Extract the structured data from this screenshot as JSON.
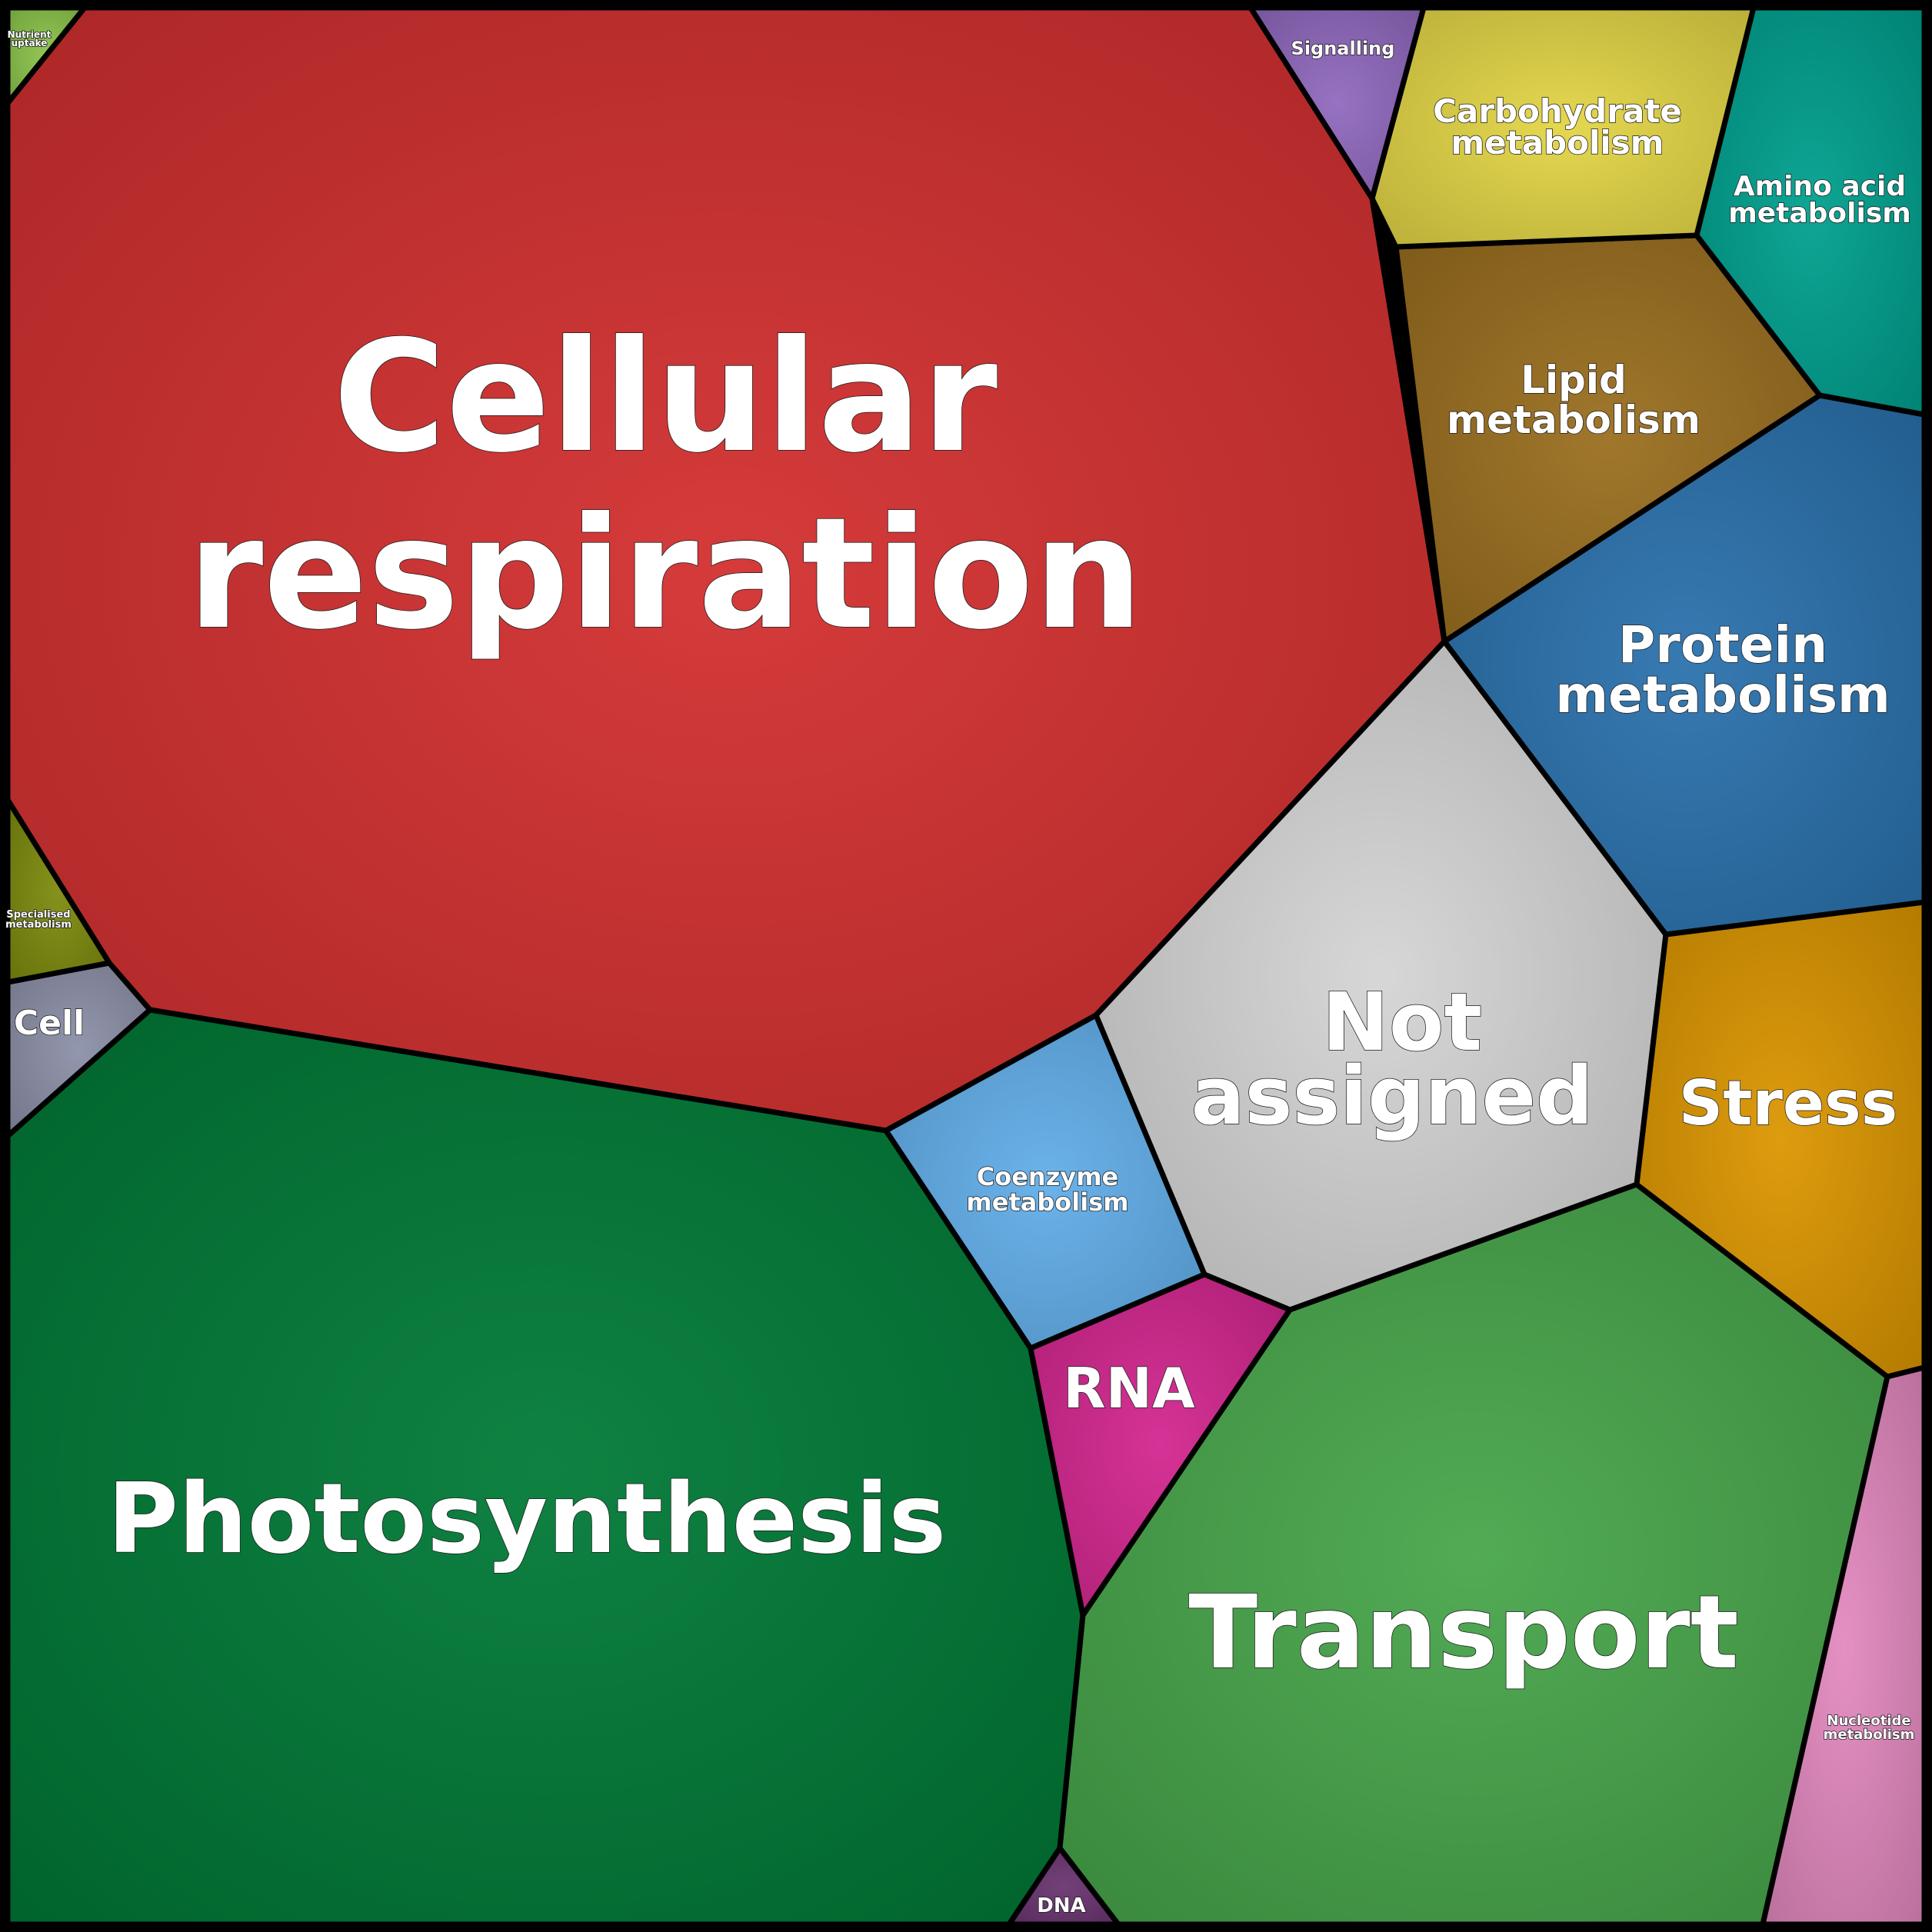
{
  "chart_data": {
    "type": "voronoi-treemap",
    "cells": [
      {
        "id": "cellular-respiration",
        "label": "Cellular respiration",
        "color": "#d32f2f"
      },
      {
        "id": "photosynthesis",
        "label": "Photosynthesis",
        "color": "#007a36"
      },
      {
        "id": "transport",
        "label": "Transport",
        "color": "#47a64a"
      },
      {
        "id": "not-assigned",
        "label": "Not assigned",
        "color": "#d4d4d4"
      },
      {
        "id": "protein-metabolism",
        "label": "Protein metabolism",
        "color": "#2a71ad"
      },
      {
        "id": "stress",
        "label": "Stress",
        "color": "#dc9600"
      },
      {
        "id": "lipid-metabolism",
        "label": "Lipid metabolism",
        "color": "#9a6e1f"
      },
      {
        "id": "carbohydrate-metabolism",
        "label": "Carbohydrate metabolism",
        "color": "#e3d645"
      },
      {
        "id": "amino-acid-metabolism",
        "label": "Amino acid metabolism",
        "color": "#00a08e"
      },
      {
        "id": "coenzyme-metabolism",
        "label": "Coenzyme metabolism",
        "color": "#62aeea"
      },
      {
        "id": "rna",
        "label": "RNA",
        "color": "#d3268f"
      },
      {
        "id": "nucleotide-metabolism",
        "label": "Nucleotide metabolism",
        "color": "#e389bf"
      },
      {
        "id": "signalling",
        "label": "Signalling",
        "color": "#9069be"
      },
      {
        "id": "cell",
        "label": "Cell",
        "color": "#8c90a8"
      },
      {
        "id": "specialised-metabolism",
        "label": "Specialised metabolism",
        "color": "#7e8b0d"
      },
      {
        "id": "nutrient-uptake",
        "label": "Nutrient uptake",
        "color": "#8bc34a"
      },
      {
        "id": "dna",
        "label": "DNA",
        "color": "#6a3570"
      }
    ]
  }
}
